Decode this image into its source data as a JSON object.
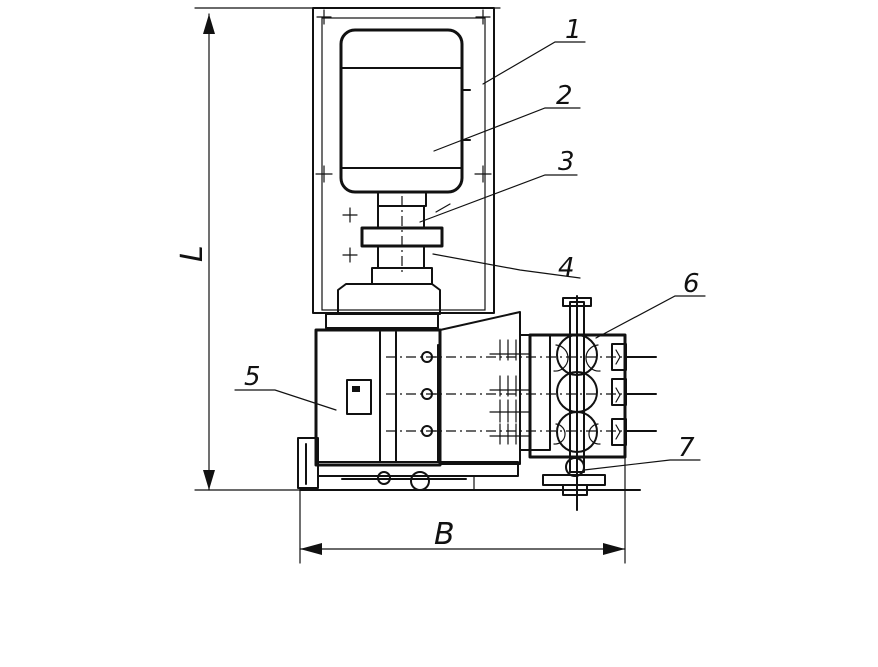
{
  "callouts": {
    "c1": "1",
    "c2": "2",
    "c3": "3",
    "c4": "4",
    "c5": "5",
    "c6": "6",
    "c7": "7"
  },
  "dimensions": {
    "height": "L",
    "width": "B"
  }
}
